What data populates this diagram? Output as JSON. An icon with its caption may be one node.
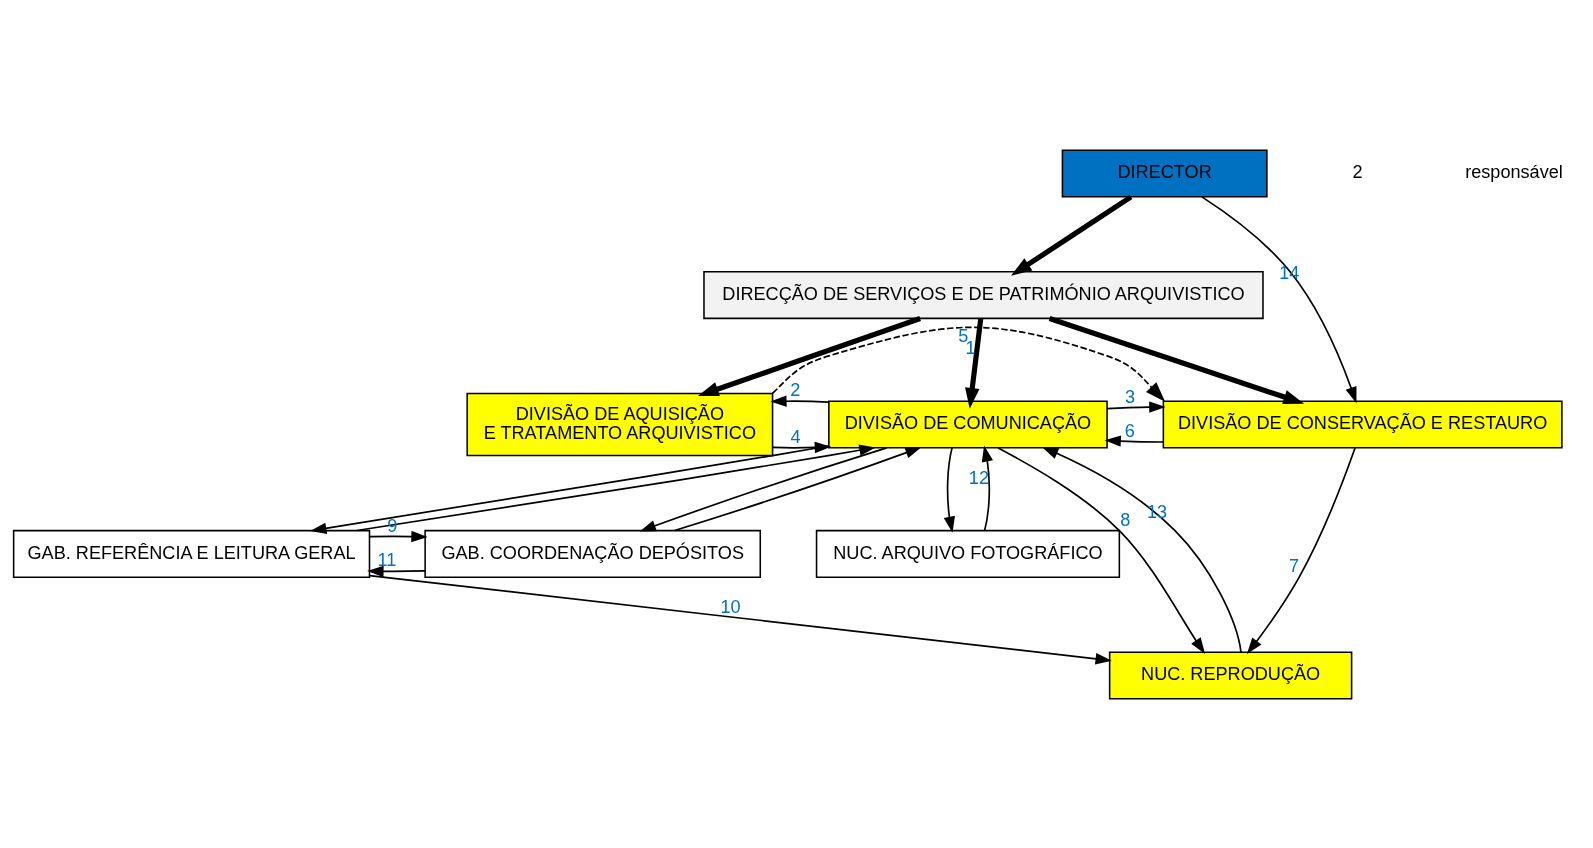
{
  "diagram": {
    "nodes": [
      {
        "text": [
          "DIRECTOR"
        ]
      },
      {
        "text": [
          "DIRECÇÃO DE SERVIÇOS E DE PATRIMÓNIO ARQUIVISTICO"
        ]
      },
      {
        "text": [
          "DIVISÃO DE AQUISIÇÃO E TRATAMENTO ARQUIVISTICO"
        ]
      },
      {
        "text": [
          "DIVISÃO DE COMUNICAÇÃO"
        ]
      },
      {
        "text": [
          "DIVISÃO DE CONSERVAÇÃO E RESTAURO"
        ]
      },
      {
        "text": [
          "GAB. REFERÊNCIA E LEITURA GERAL"
        ]
      },
      {
        "text": [
          "GAB. COORDENAÇÃO DEPÓSITOS"
        ]
      },
      {
        "text": [
          "NUC. ARQUIVO FOTOGRÁFICO"
        ]
      },
      {
        "text": [
          "NUC. REPRODUÇÃO"
        ]
      }
    ],
    "edges": [
      {
        "from": 0,
        "to": 1,
        "arrow": "to",
        "style": "thick"
      },
      {
        "from": 1,
        "to": 2,
        "arrow": "to",
        "style": "thick"
      },
      {
        "from": 1,
        "to": 3,
        "arrow": "to",
        "label": "1",
        "style": "thick"
      },
      {
        "from": 1,
        "to": 4,
        "arrow": "to",
        "style": "thick"
      },
      {
        "from": 0,
        "to": 4,
        "arrow": "to",
        "label": "14"
      },
      {
        "from": 2,
        "to": 4,
        "arrow": "to",
        "label": "5",
        "style": "dashed"
      },
      {
        "from": 2,
        "to": 3,
        "arrow": "to",
        "label": "4"
      },
      {
        "from": 3,
        "to": 2,
        "arrow": "to",
        "label": "2"
      },
      {
        "from": 4,
        "to": 3,
        "arrow": "to",
        "label": "6"
      },
      {
        "from": 3,
        "to": 4,
        "arrow": "to",
        "label": "3"
      },
      {
        "from": 3,
        "to": 5,
        "arrow": "to"
      },
      {
        "from": 5,
        "to": 3,
        "arrow": "to"
      },
      {
        "from": 3,
        "to": 6,
        "arrow": "to"
      },
      {
        "from": 6,
        "to": 3,
        "arrow": "to"
      },
      {
        "from": 3,
        "to": 7,
        "arrow": "to"
      },
      {
        "from": 7,
        "to": 3,
        "arrow": "to",
        "label": "12"
      },
      {
        "from": 6,
        "to": 5,
        "arrow": "to",
        "label": "11"
      },
      {
        "from": 5,
        "to": 6,
        "arrow": "to",
        "label": "9"
      },
      {
        "from": 3,
        "to": 8,
        "arrow": "to",
        "label": "8"
      },
      {
        "from": 8,
        "to": 3,
        "arrow": "to",
        "label": "13"
      },
      {
        "from": 5,
        "to": 8,
        "arrow": "to",
        "label": "10"
      },
      {
        "from": 4,
        "to": 8,
        "arrow": "to",
        "label": "7"
      }
    ],
    "labels": [
      "2",
      "responsável"
    ]
  }
}
